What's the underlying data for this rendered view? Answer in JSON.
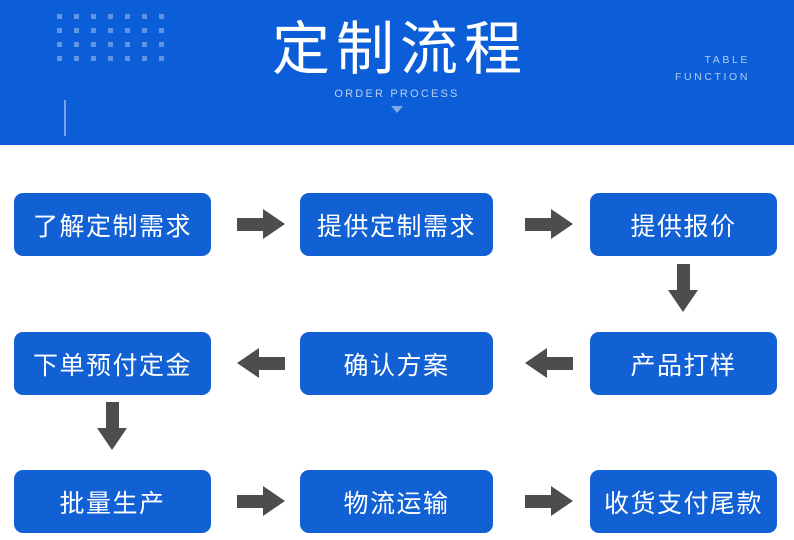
{
  "header": {
    "title": "定制流程",
    "subtitle": "ORDER PROCESS",
    "corner_line1": "TABLE",
    "corner_line2": "FUNCTION",
    "background_color": "#0b5ed7",
    "title_color": "#ffffff",
    "subtitle_color": "#b9d0f2",
    "dot_color": "#5f93e4",
    "dot_grid_cols": 7,
    "dot_grid_rows": 4
  },
  "flow": {
    "node_color": "#1160d4",
    "node_text_color": "#ffffff",
    "arrow_color": "#4d4d4d",
    "rows": [
      {
        "direction": "right",
        "nodes": [
          {
            "label": "了解定制需求"
          },
          {
            "label": "提供定制需求"
          },
          {
            "label": "提供报价"
          }
        ]
      },
      {
        "direction": "left",
        "nodes": [
          {
            "label": "下单预付定金"
          },
          {
            "label": "确认方案"
          },
          {
            "label": "产品打样"
          }
        ]
      },
      {
        "direction": "right",
        "nodes": [
          {
            "label": "批量生产"
          },
          {
            "label": "物流运输"
          },
          {
            "label": "收货支付尾款"
          }
        ]
      }
    ],
    "connectors": [
      {
        "name": "arrow-right-r1-1",
        "icon": "arrow-right-icon"
      },
      {
        "name": "arrow-right-r1-2",
        "icon": "arrow-right-icon"
      },
      {
        "name": "arrow-down-col3",
        "icon": "arrow-down-icon"
      },
      {
        "name": "arrow-left-r2-1",
        "icon": "arrow-left-icon"
      },
      {
        "name": "arrow-left-r2-2",
        "icon": "arrow-left-icon"
      },
      {
        "name": "arrow-down-col1",
        "icon": "arrow-down-icon"
      },
      {
        "name": "arrow-right-r3-1",
        "icon": "arrow-right-icon"
      },
      {
        "name": "arrow-right-r3-2",
        "icon": "arrow-right-icon"
      }
    ]
  }
}
